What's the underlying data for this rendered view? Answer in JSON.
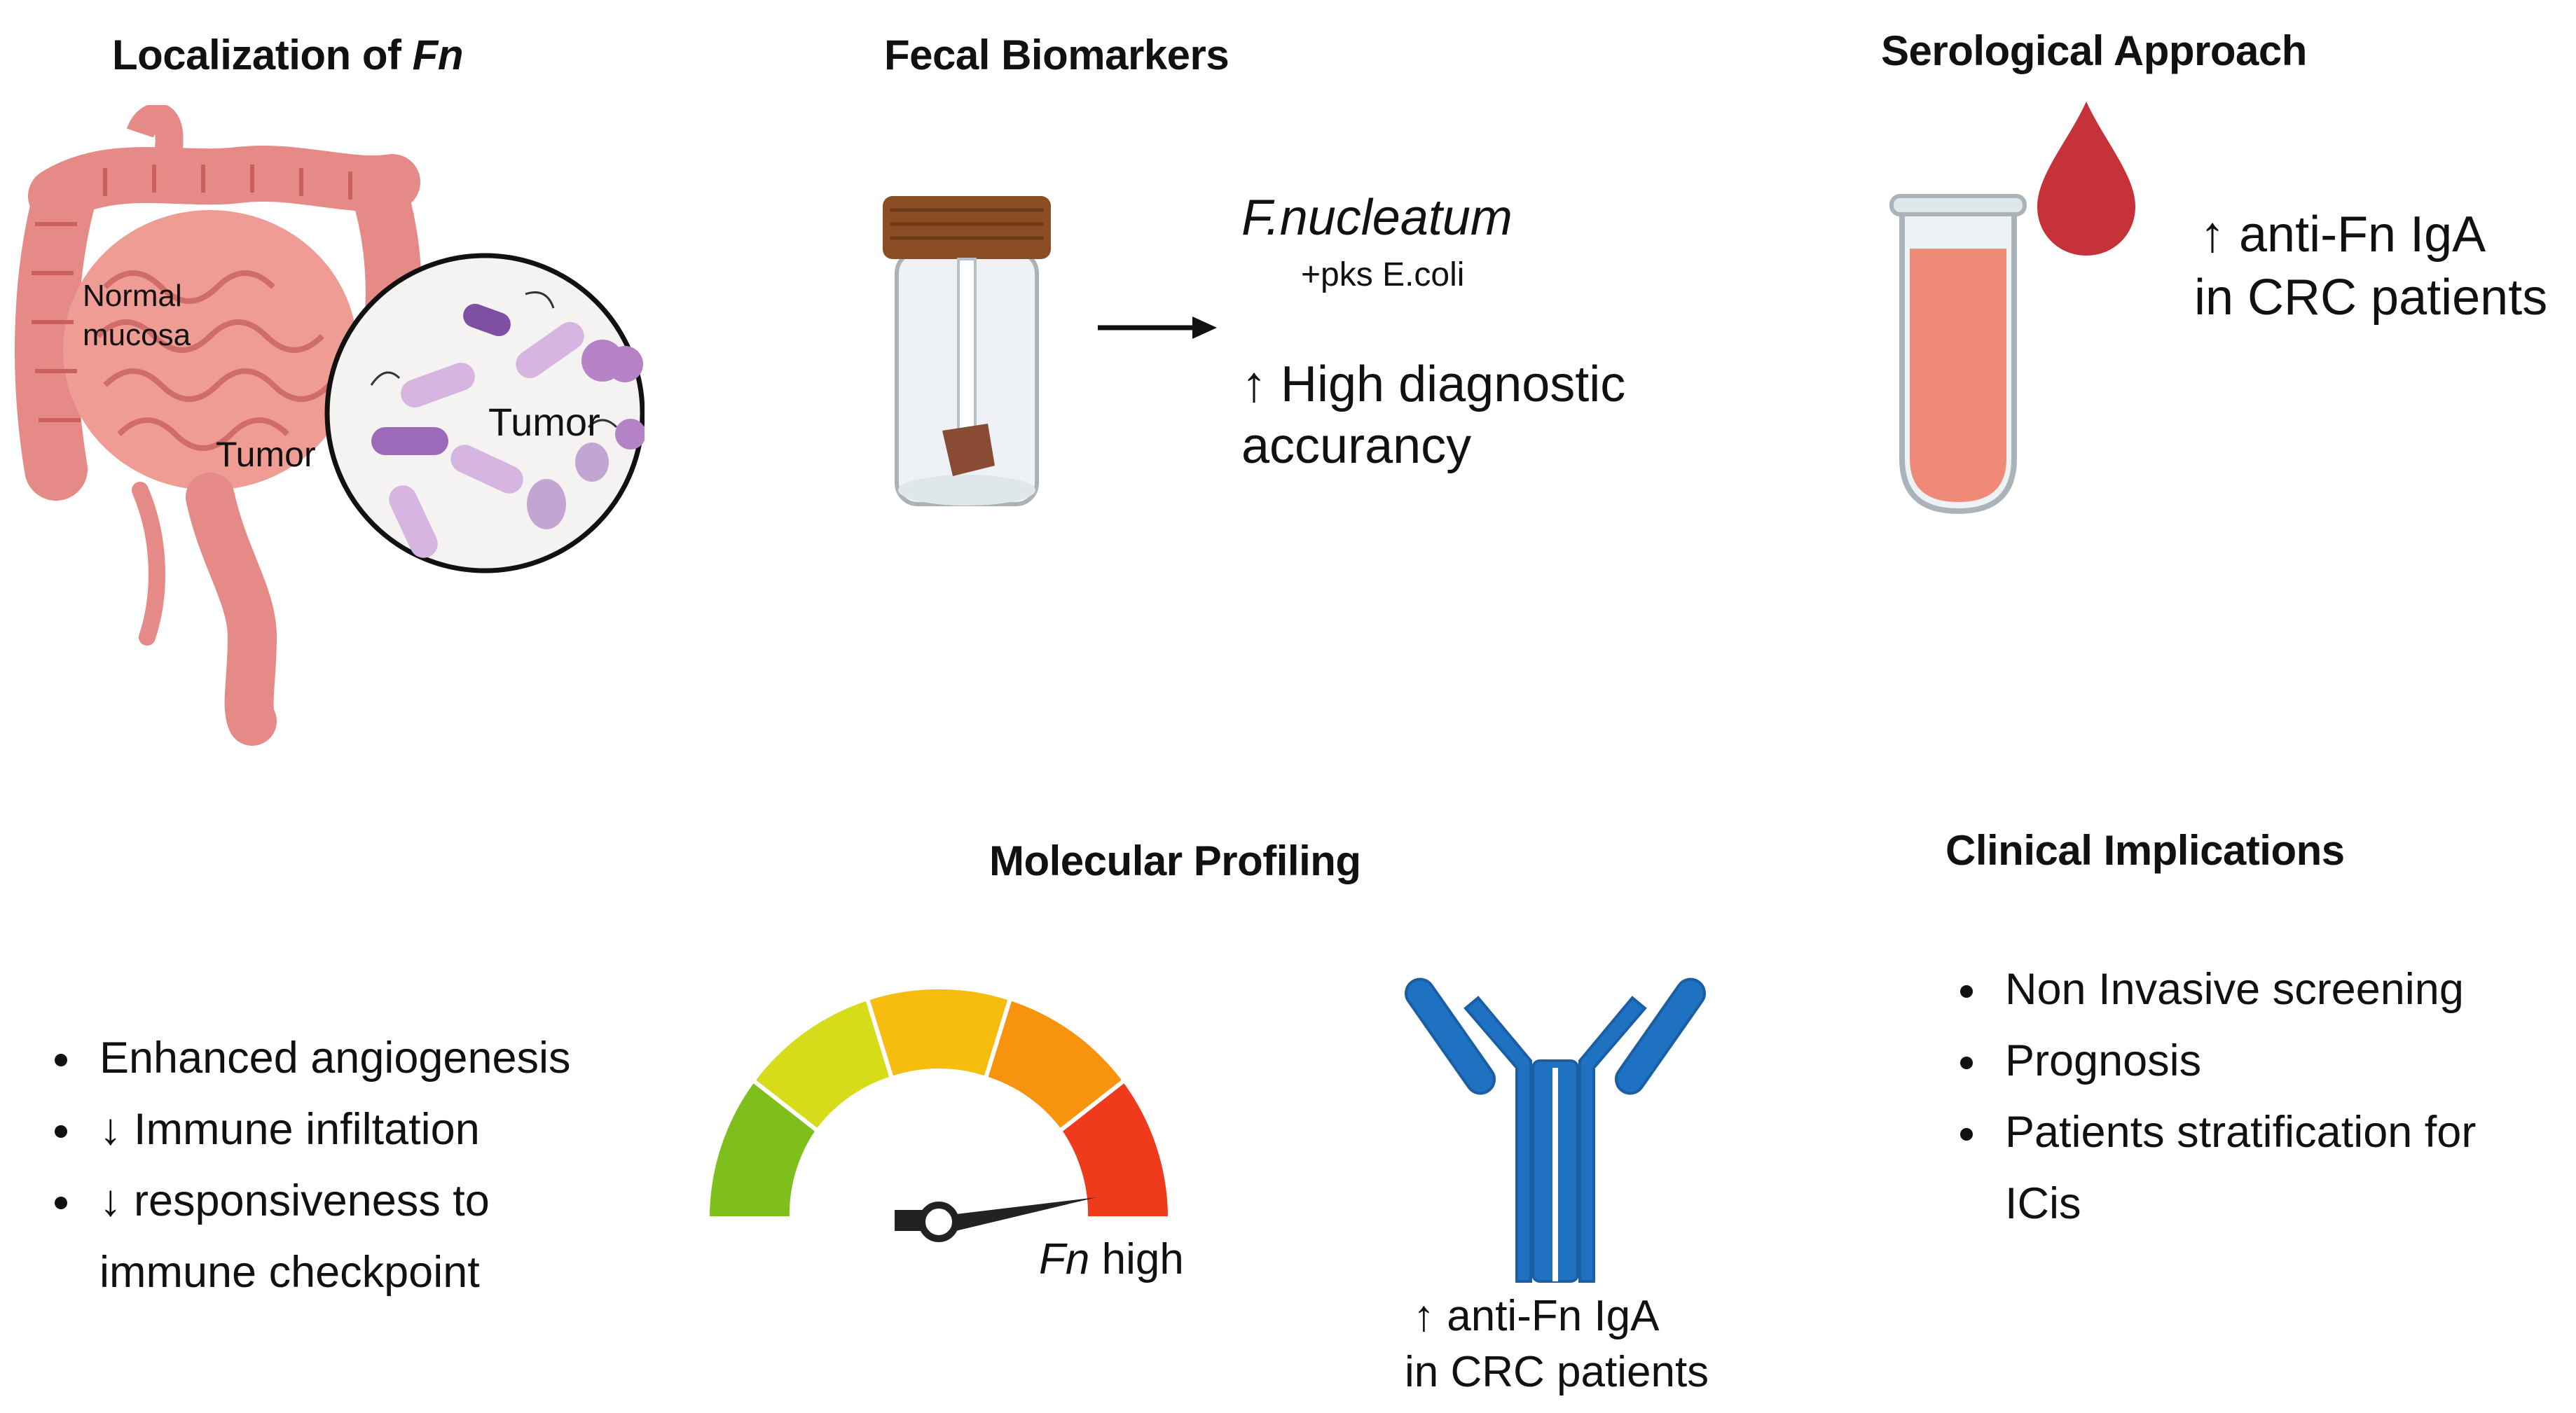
{
  "panels": {
    "localization": {
      "title_prefix": "Localization of ",
      "title_italic": "Fn",
      "label_normal_mucosa_1": "Normal",
      "label_normal_mucosa_2": "mucosa",
      "label_tumor_colon": "Tumor",
      "label_tumor_zoom": "Tumor"
    },
    "fecal": {
      "title": "Fecal Biomarkers",
      "species": "F.nucleatum",
      "co_marker": "+pks E.coli",
      "result_line1": "↑ High diagnostic",
      "result_line2": "accurancy"
    },
    "serological": {
      "title": "Serological Approach",
      "result_line1": "↑ anti-Fn IgA",
      "result_line2": "in CRC patients"
    },
    "molecular": {
      "title": "Molecular Profiling",
      "gauge_label_italic": "Fn",
      "gauge_label": " high",
      "antibody_line1": "↑ anti-Fn IgA",
      "antibody_line2": "in CRC patients",
      "effects": [
        "Enhanced angiogenesis",
        "↓ Immune infiltation",
        "↓ responsiveness to",
        "immune checkpoint"
      ]
    },
    "clinical": {
      "title": "Clinical Implications",
      "items": [
        "Non Invasive screening",
        "Prognosis",
        "Patients stratification for",
        "ICis"
      ]
    }
  },
  "colors": {
    "colon": "#e58a86",
    "colon_dark": "#c9605c",
    "blood": "#c6323a",
    "tube_fill": "#ef8a78",
    "jar_lid": "#8b4d24",
    "stool": "#8a4b35",
    "antibody": "#1f72c2",
    "bacteria_purple": "#9b6ab8",
    "bacteria_light": "#d6b6e0",
    "gauge_segments": [
      "#7fbf1c",
      "#d6dc1a",
      "#f7bd0e",
      "#f7930c",
      "#ef3b1c"
    ]
  }
}
